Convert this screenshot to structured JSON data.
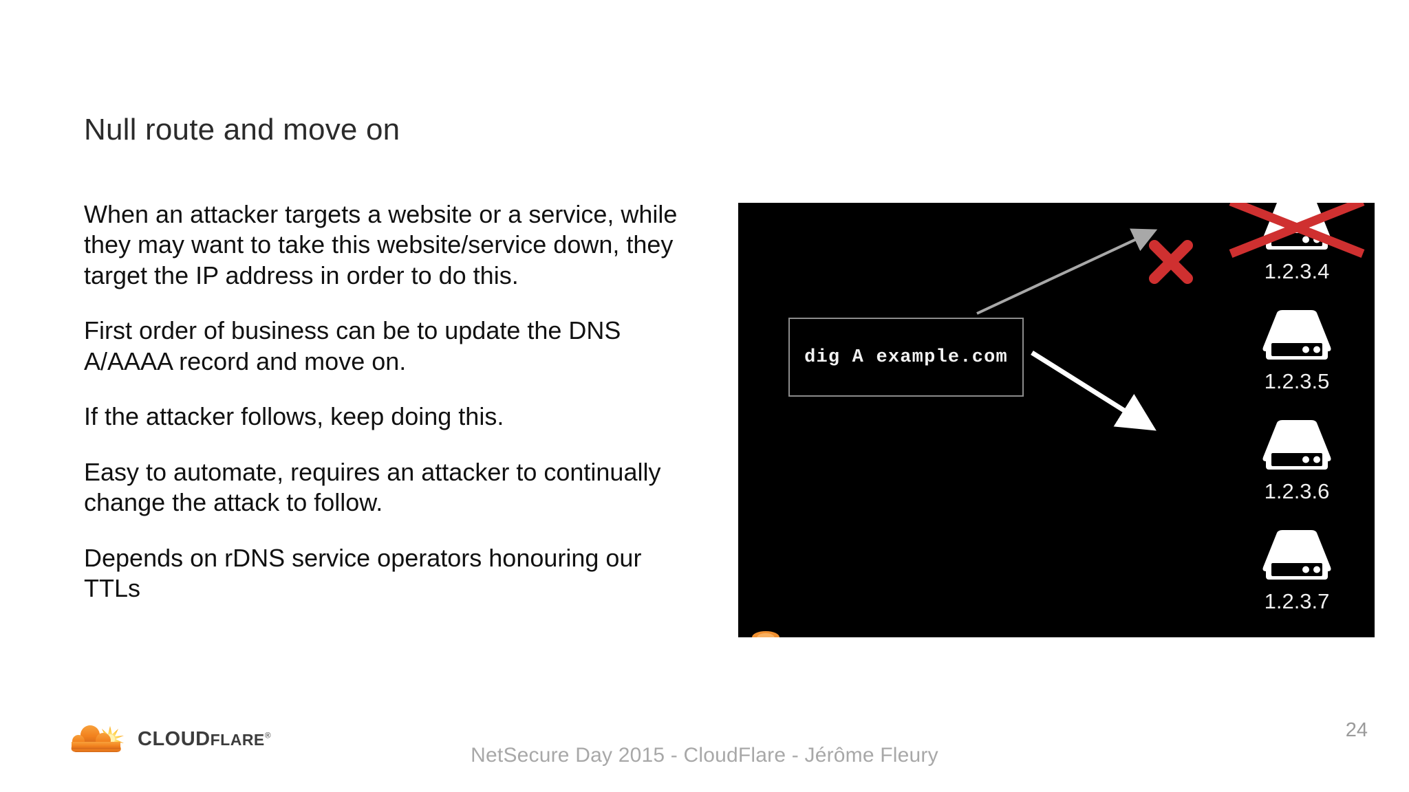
{
  "slide": {
    "title": "Null route and move on",
    "page_number": "24",
    "footer": "NetSecure Day 2015 - CloudFlare - Jérôme Fleury",
    "paragraphs": [
      "When an attacker targets a website or a service, while\nthey may want to take this website/service down, they\ntarget the IP address in order to do this.",
      "First order of business can be to update the DNS\nA/AAAA record and move on.",
      "If the attacker follows, keep doing this.",
      "Easy to automate, requires an attacker to continually\nchange the attack to follow.",
      "Depends on rDNS service operators honouring our\nTTLs"
    ]
  },
  "diagram": {
    "command": "dig A example.com",
    "servers": [
      {
        "ip": "1.2.3.4",
        "disabled": true
      },
      {
        "ip": "1.2.3.5",
        "disabled": false
      },
      {
        "ip": "1.2.3.6",
        "disabled": false
      },
      {
        "ip": "1.2.3.7",
        "disabled": false
      }
    ],
    "arrows": [
      {
        "name": "blocked-arrow",
        "target": "1.2.3.4",
        "color": "#a8a8a8",
        "crossed_out": true
      },
      {
        "name": "active-arrow",
        "target": "1.2.3.6",
        "color": "#ffffff",
        "crossed_out": false
      }
    ]
  },
  "brand": {
    "name_cloud": "CLOUD",
    "name_flare": "FLARE",
    "trademark": "®",
    "logo_orange": "#f48120",
    "logo_orange_dark": "#d4681a",
    "accent_red": "#cf3030"
  }
}
